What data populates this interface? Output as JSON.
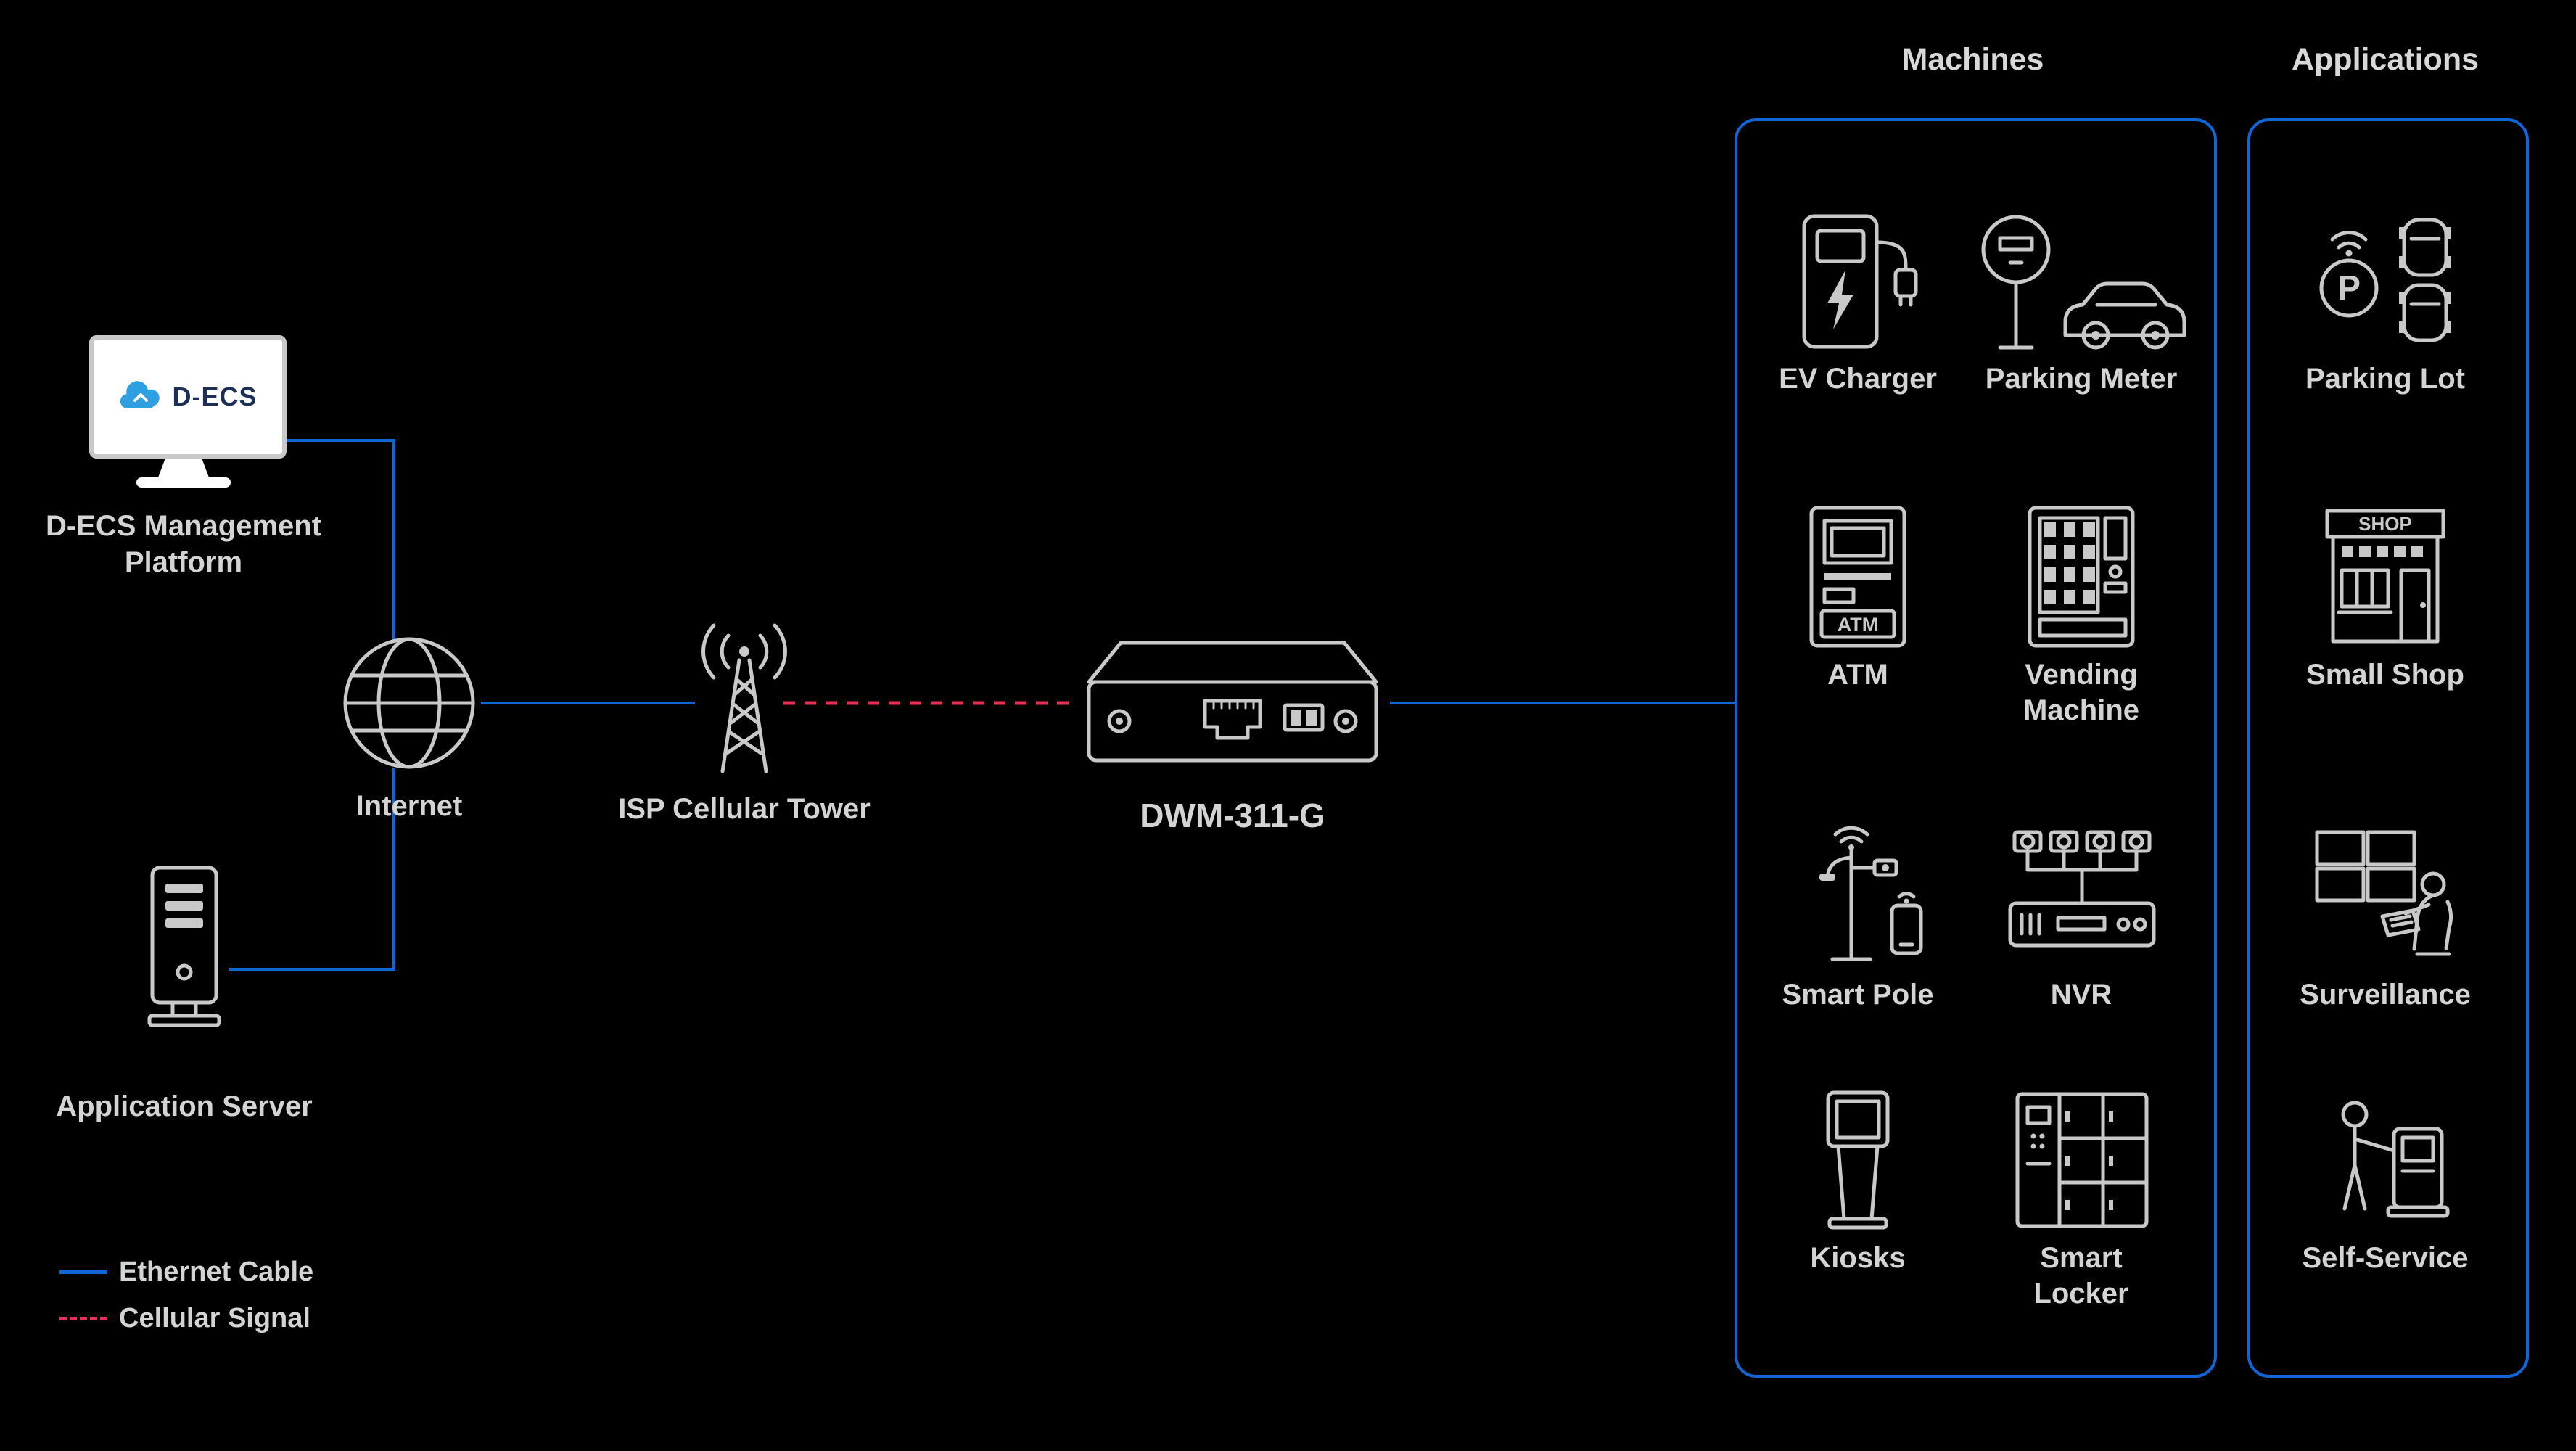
{
  "legend": {
    "ethernet": "Ethernet Cable",
    "cellular": "Cellular Signal"
  },
  "colors": {
    "ethernet": "#1166d6",
    "cellular": "#e63057",
    "group_border": "#1166d6",
    "icon": "#c9c9c9",
    "text": "#d4d4d4",
    "logo_blue": "#2e9fe0"
  },
  "nodes": {
    "management": {
      "label": "D-ECS Management Platform",
      "logo_text": "D-ECS"
    },
    "app_server": {
      "label": "Application Server"
    },
    "internet": {
      "label": "Internet"
    },
    "tower": {
      "label": "ISP Cellular Tower"
    },
    "device": {
      "label": "DWM-311-G"
    }
  },
  "machines": {
    "title": "Machines",
    "items": [
      {
        "label": "EV Charger"
      },
      {
        "label": "Parking Meter"
      },
      {
        "label": "ATM",
        "icon_text": "ATM"
      },
      {
        "label": "Vending Machine"
      },
      {
        "label": "Smart Pole"
      },
      {
        "label": "NVR"
      },
      {
        "label": "Kiosks"
      },
      {
        "label": "Smart Locker"
      }
    ]
  },
  "applications": {
    "title": "Applications",
    "items": [
      {
        "label": "Parking Lot",
        "icon_text": "P"
      },
      {
        "label": "Small Shop",
        "icon_text": "SHOP"
      },
      {
        "label": "Surveillance"
      },
      {
        "label": "Self-Service"
      }
    ]
  }
}
